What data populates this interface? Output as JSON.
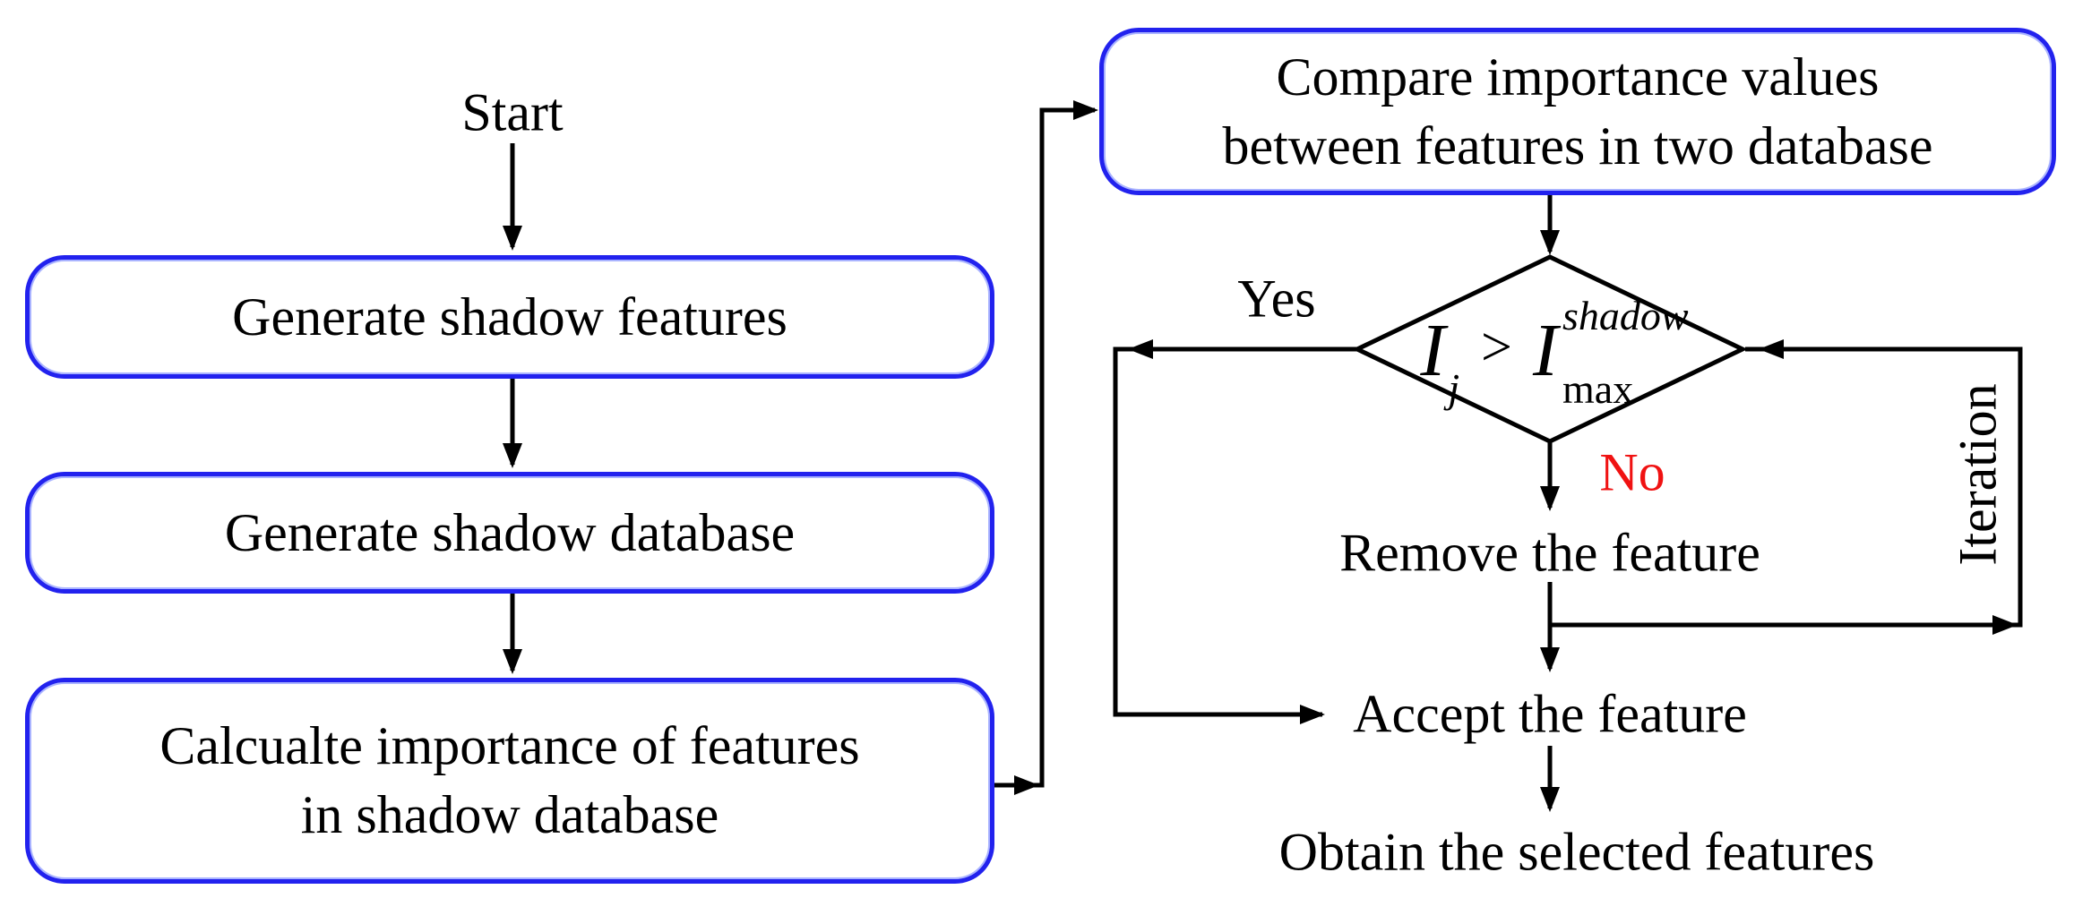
{
  "flowchart": {
    "nodes": {
      "start": "Start",
      "generate_shadow_features": "Generate shadow features",
      "generate_shadow_database": "Generate shadow database",
      "calculate_importance": {
        "line1": "Calcualte importance of features",
        "line2": "in shadow database"
      },
      "compare_importance": {
        "line1": "Compare importance values",
        "line2": "between features in two database"
      },
      "decision": {
        "lhs_base": "I",
        "lhs_sub": "j",
        "operator": ">",
        "rhs_base": "I",
        "rhs_sup": "shadow",
        "rhs_sub": "max"
      },
      "remove_feature": "Remove the feature",
      "accept_feature": "Accept the feature",
      "obtain_selected": "Obtain the selected features"
    },
    "labels": {
      "yes": "Yes",
      "no": "No",
      "iteration": "Iteration"
    },
    "colors": {
      "process_border": "#2222ee",
      "connector": "#000000",
      "text": "#000000",
      "no_text": "#f01212",
      "background": "#ffffff"
    }
  }
}
